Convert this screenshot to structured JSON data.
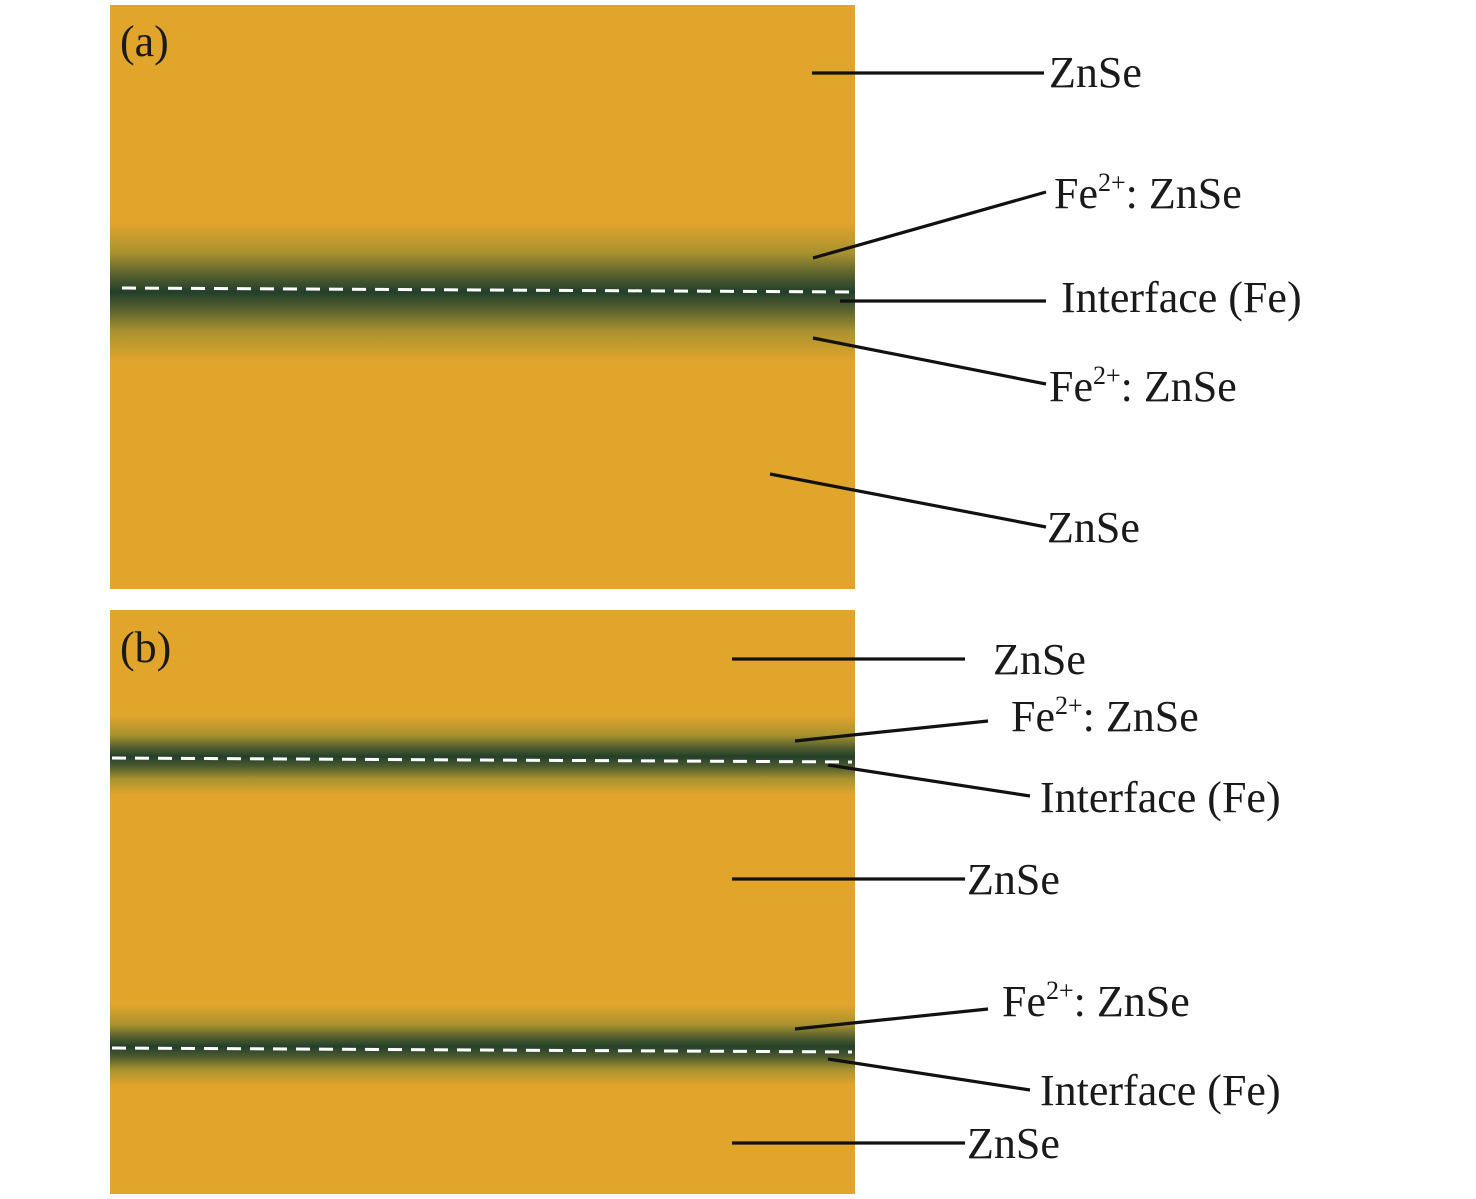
{
  "colors": {
    "znse": "#E2A52B",
    "doped_core": "#233F2A",
    "interface_line": "#FFFFFF",
    "leader_line": "#111111"
  },
  "panel_a": {
    "tag": "(a)",
    "labels": {
      "top_znse": "ZnSe",
      "fe_doped_upper_base": "Fe",
      "fe_doped_upper_sup": "2+",
      "fe_doped_upper_rest": ": ZnSe",
      "interface": "Interface (Fe)",
      "fe_doped_lower_base": "Fe",
      "fe_doped_lower_sup": "2+",
      "fe_doped_lower_rest": ": ZnSe",
      "bottom_znse": "ZnSe"
    }
  },
  "panel_b": {
    "tag": "(b)",
    "labels": {
      "top_znse": "ZnSe",
      "fe_doped_1_base": "Fe",
      "fe_doped_1_sup": "2+",
      "fe_doped_1_rest": ": ZnSe",
      "interface_1": "Interface (Fe)",
      "middle_znse": "ZnSe",
      "fe_doped_2_base": "Fe",
      "fe_doped_2_sup": "2+",
      "fe_doped_2_rest": ": ZnSe",
      "interface_2": "Interface (Fe)",
      "bottom_znse": "ZnSe"
    }
  }
}
